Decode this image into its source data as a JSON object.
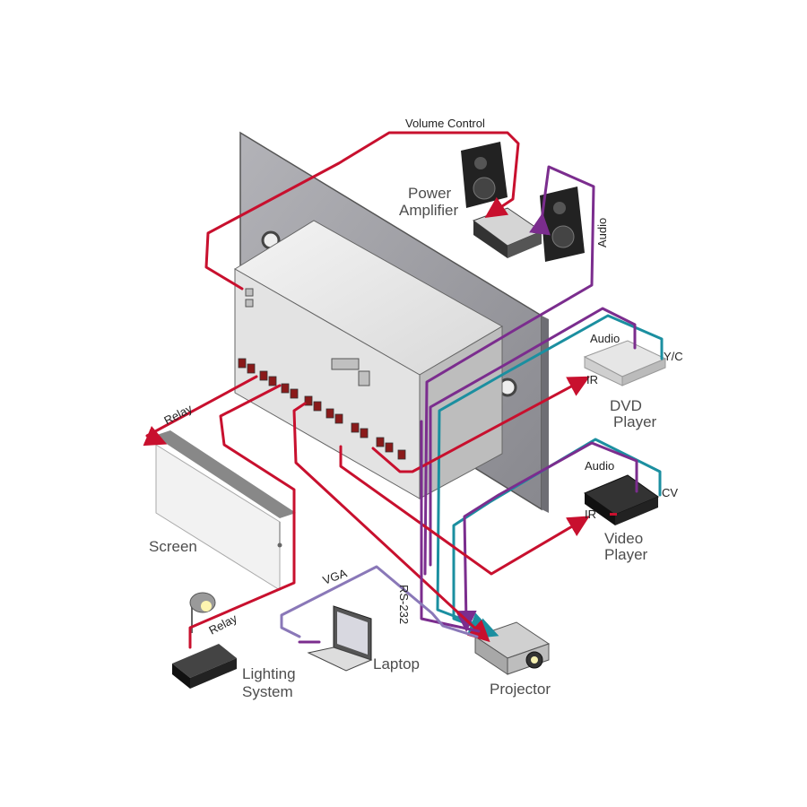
{
  "labels": {
    "volume_control": "Volume Control",
    "power_amplifier_1": "Power",
    "power_amplifier_2": "Amplifier",
    "audio_vertical": "Audio",
    "audio_dvd": "Audio",
    "yc": "Y/C",
    "ir_dvd": "IR",
    "dvd_1": "DVD",
    "dvd_2": "Player",
    "audio_video": "Audio",
    "cv": "CV",
    "ir_video": "IR",
    "video_1": "Video",
    "video_2": "Player",
    "relay_screen": "Relay",
    "screen": "Screen",
    "rs232": "RS-232",
    "vga": "VGA",
    "relay_lighting": "Relay",
    "lighting_1": "Lighting",
    "lighting_2": "System",
    "laptop": "Laptop",
    "projector": "Projector"
  },
  "colors": {
    "red": "#c8102e",
    "purple": "#7b2d8e",
    "teal": "#1b8fa0",
    "lavender": "#8a78b8",
    "wallplate": "#9e9ea4",
    "device": "#e7e7e7"
  }
}
